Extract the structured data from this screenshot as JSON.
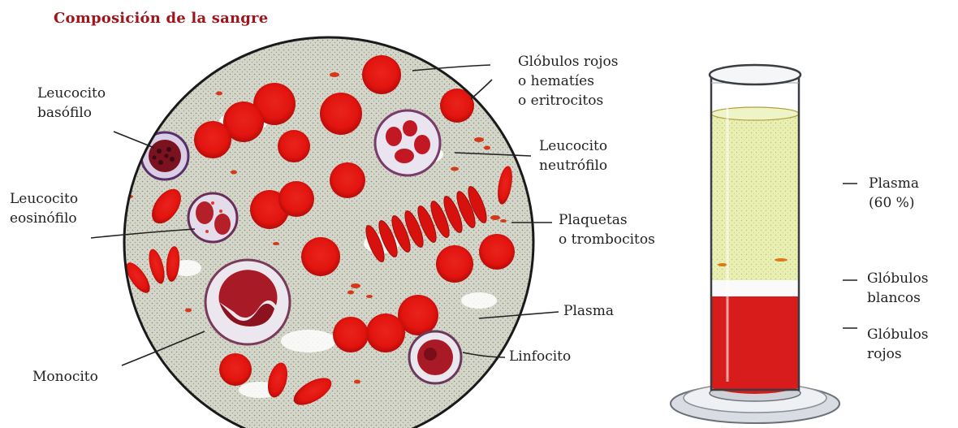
{
  "title": "Composición de la sangre",
  "colors": {
    "title": "#a0141c",
    "red_cell": "#e3140f",
    "plasma_bg": "#cfd2c4",
    "plasma_layer": "#eaf0b4",
    "red_layer": "#d81b1b",
    "leucocyte_nucleus": "#a01a24"
  },
  "circle_labels": {
    "basofilo": [
      "Leucocito",
      "basófilo"
    ],
    "eosinofilo": [
      "Leucocito",
      "eosinófilo"
    ],
    "monocito": [
      "Monocito"
    ],
    "globulos_rojos": [
      "Glóbulos rojos",
      "o hematíes",
      "o eritrocitos"
    ],
    "neutrofilo": [
      "Leucocito",
      "neutrófilo"
    ],
    "plaquetas": [
      "Plaquetas",
      "o trombocitos"
    ],
    "plasma": [
      "Plasma"
    ],
    "linfocito": [
      "Linfocito"
    ]
  },
  "tube_labels": {
    "plasma": [
      "Plasma",
      "(60 %)"
    ],
    "globulos_blancos": [
      "Glóbulos",
      "blancos"
    ],
    "globulos_rojos": [
      "Glóbulos",
      "rojos"
    ]
  }
}
